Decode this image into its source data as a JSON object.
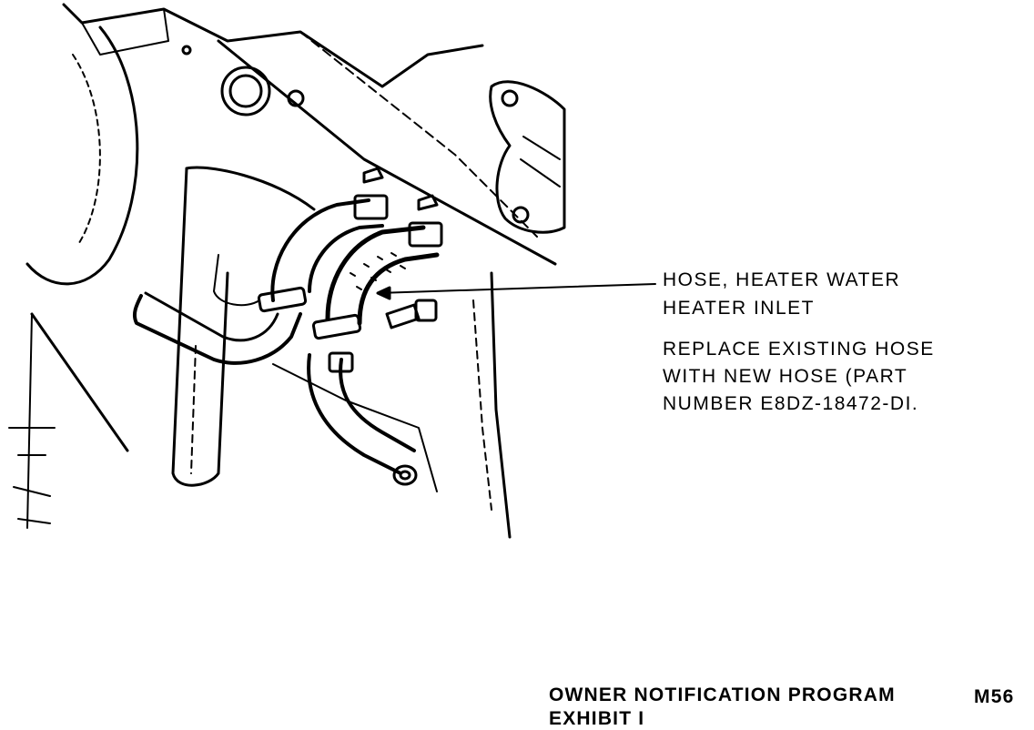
{
  "callout": {
    "label": [
      "HOSE, HEATER WATER",
      "HEATER INLET"
    ],
    "instruction": [
      "REPLACE EXISTING HOSE",
      "WITH NEW HOSE (PART",
      "NUMBER E8DZ-18472-DI."
    ]
  },
  "footer": {
    "program": "OWNER NOTIFICATION PROGRAM",
    "code": "M56",
    "exhibit": "EXHIBIT I"
  }
}
